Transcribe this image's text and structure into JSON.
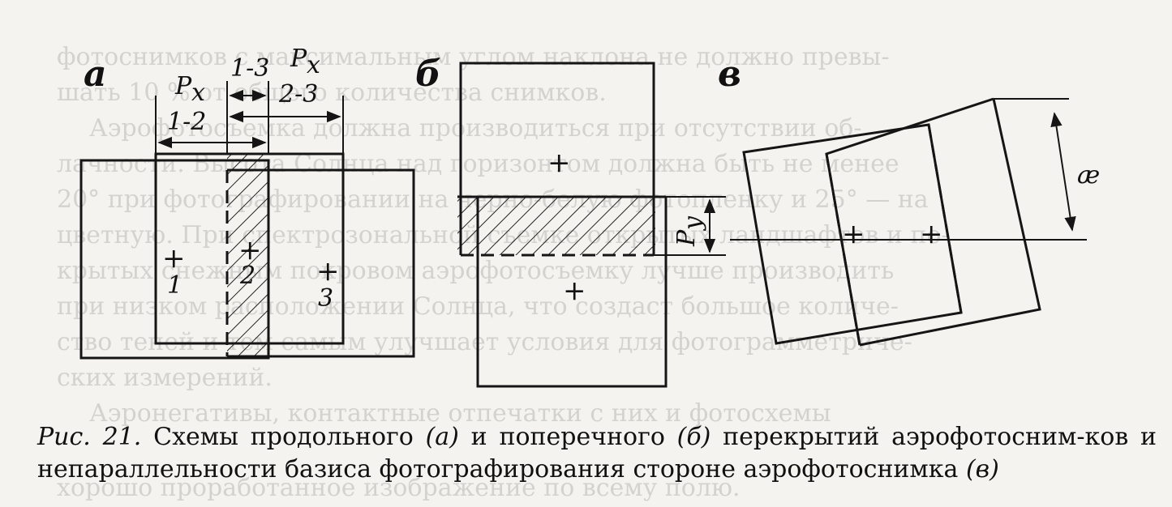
{
  "bleed": [
    "фотоснимков с максимальным углом наклона не должно превы-",
    "шать 10 % от общего количества снимков.",
    "Аэрофотосъемка должна производиться при отсутствии об-",
    "лачности. Высота Солнца над горизонтом должна быть не менее",
    "20° при фотографировании на черно-белую фотопленку и 25° — на",
    "цветную. При спектрозональной съемке открытых ландшафтов и по-",
    "крытых снежным покровом аэрофотосъемку лучше производить",
    "при низком расположении Солнца, что создаст большое количе-",
    "ство теней и тем самым улучшает условия для фотограмметриче-",
    "ских измерений.",
    "Аэронегативы, контактные отпечатки с них и фотосхемы",
    "хорошо проработанное изображение по всему полю."
  ],
  "panels": {
    "a": {
      "letter": "а",
      "px12_top": "P",
      "px12_sub": "x",
      "px12_bot": "1-2",
      "o13": "1-3",
      "px23_top": "P",
      "px23_sub": "x",
      "px23_bot": "2-3",
      "photo_labels": [
        "1",
        "2",
        "3"
      ]
    },
    "b": {
      "letter": "б",
      "py_main": "P",
      "py_sub": "y"
    },
    "v": {
      "letter": "в",
      "kappa": "æ"
    }
  },
  "caption": {
    "fig": "Рис. 21.",
    "p1": " Схемы продольного ",
    "a": "(а)",
    "p2": " и поперечного ",
    "b": "(б)",
    "p3": " перекрытий аэрофотосним-ков и непараллельности базиса фотографирования стороне аэрофотоснимка ",
    "v": "(в)"
  }
}
